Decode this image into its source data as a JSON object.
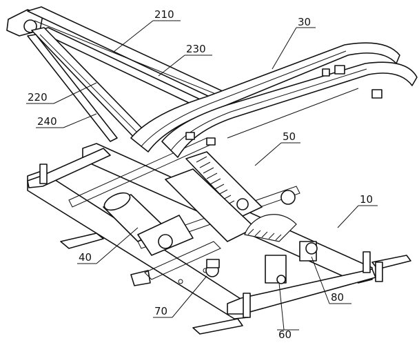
{
  "labels": {
    "l210": "210",
    "l30": "30",
    "l230": "230",
    "l220": "220",
    "l240": "240",
    "l50": "50",
    "l10": "10",
    "l40": "40",
    "l80": "80",
    "l70": "70",
    "l60": "60"
  }
}
